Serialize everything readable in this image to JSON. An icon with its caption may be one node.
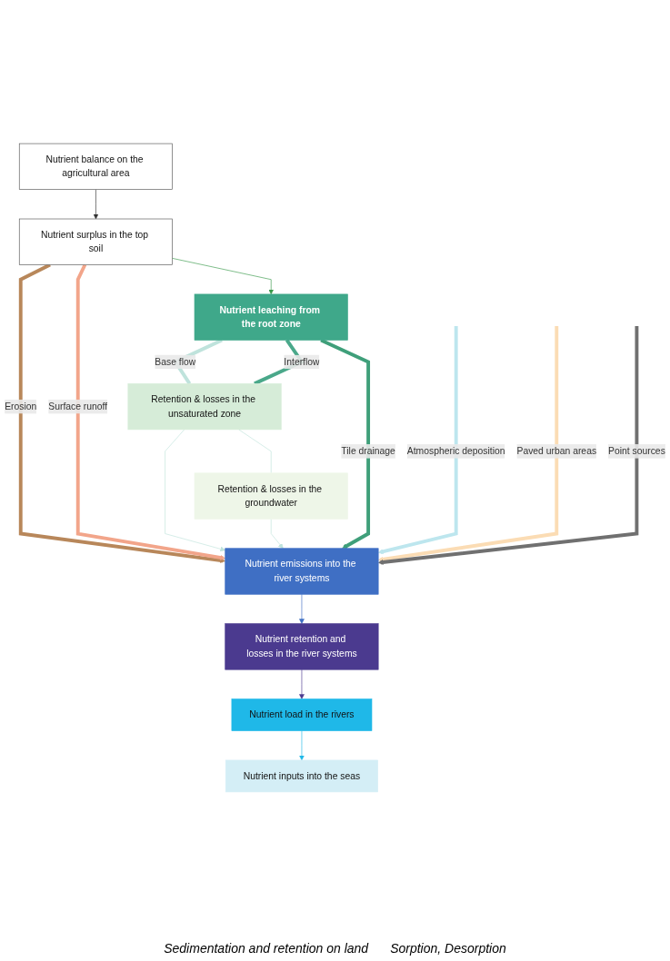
{
  "diagram": {
    "nodes": [
      {
        "text": [
          "Nutrient balance on the agricultural area"
        ]
      },
      {
        "text": [
          "Nutrient surplus in the top soil"
        ]
      },
      {
        "text": [
          "Nutrient leaching from the root zone"
        ]
      },
      {
        "text": [
          "Retention & losses in the unsaturated zone"
        ]
      },
      {
        "text": [
          "Retention & losses in the groundwater"
        ]
      },
      {
        "text": [
          "Nutrient emissions into the river systems"
        ]
      },
      {
        "text": [
          "Nutrient retention and losses in the river systems"
        ]
      },
      {
        "text": [
          "Nutrient load in the rivers"
        ]
      },
      {
        "text": [
          "Nutrient inputs into the seas"
        ]
      }
    ],
    "edges": [
      {
        "from": 0,
        "to": 1,
        "arrow": "to",
        "color": "#333333"
      },
      {
        "from": 1,
        "to": 5,
        "arrow": "to",
        "label": "Erosion",
        "style": "thick",
        "color": "#b8875a"
      },
      {
        "from": 1,
        "to": 5,
        "arrow": "to",
        "label": "Surface runoff",
        "style": "thick",
        "color": "#f2a58a"
      },
      {
        "from": 1,
        "to": 2,
        "arrow": "to",
        "color": "#3a9a4a"
      },
      {
        "from": 2,
        "to": 3,
        "arrow": "none",
        "label": "Base flow",
        "style": "thick",
        "color": "#bfe3dc"
      },
      {
        "from": 2,
        "to": 3,
        "arrow": "none",
        "label": "Interflow",
        "style": "thick",
        "color": "#4aa88a"
      },
      {
        "from": 3,
        "to": 4,
        "arrow": "none",
        "color": "#bfe3dc"
      },
      {
        "from": 3,
        "to": 5,
        "arrow": "to",
        "color": "#bfe3dc"
      },
      {
        "from": 4,
        "to": 5,
        "arrow": "to",
        "color": "#bfe3dc"
      },
      {
        "from": 2,
        "to": 5,
        "arrow": "to",
        "label": "Tile drainage",
        "style": "thick",
        "color": "#3f9f7a"
      },
      {
        "from": null,
        "to": 5,
        "arrow": "to",
        "label": "Atmospheric deposition",
        "style": "thick",
        "color": "#bde6ee"
      },
      {
        "from": null,
        "to": 5,
        "arrow": "to",
        "label": "Paved urban areas",
        "style": "thick",
        "color": "#fbdcb4"
      },
      {
        "from": null,
        "to": 5,
        "arrow": "to",
        "label": "Point sources",
        "style": "thick",
        "color": "#707070"
      },
      {
        "from": 5,
        "to": 6,
        "arrow": "to",
        "color": "#3f6fc4"
      },
      {
        "from": 6,
        "to": 7,
        "arrow": "to",
        "color": "#4b3a8f"
      },
      {
        "from": 7,
        "to": 8,
        "arrow": "to",
        "color": "#1fb8e8"
      }
    ],
    "labels": [
      "Sedimentation and retention on land",
      "Sorption, Desorption"
    ]
  }
}
